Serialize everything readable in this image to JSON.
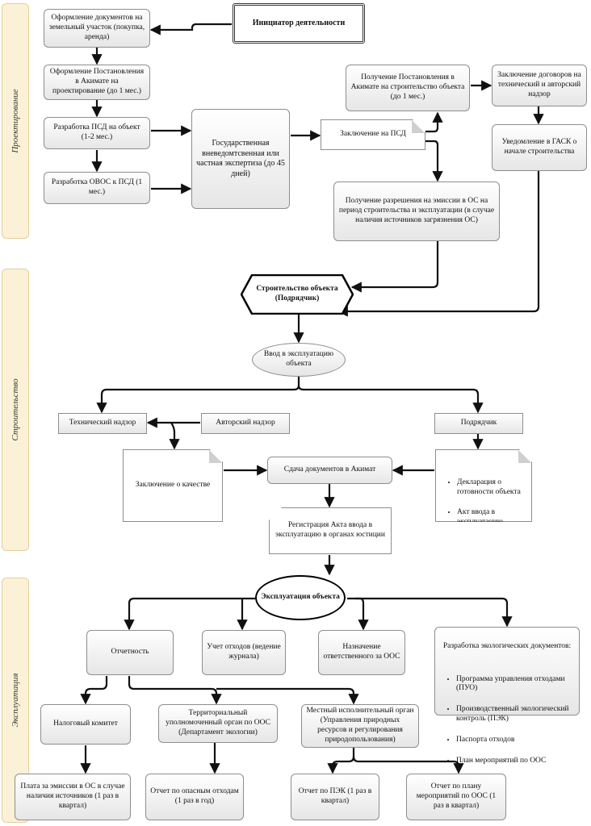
{
  "phases": {
    "design": "Проектирование",
    "construction": "Строительство",
    "operation": "Эксплуатация"
  },
  "nodes": {
    "initiator": "Инициатор деятельности",
    "land": "Оформление документов на земельный участок (покупка, аренда)",
    "akimat_design": "Оформление Постановления в Акимате на проектирование (до 1 мес.)",
    "psd": "Разработка ПСД на объект (1-2 мес.)",
    "ovos": "Разработка ОВОС к ПСД (1 мес.)",
    "expertise": "Государственная вневедомтсвенная или частная экспертиза (до 45 дней)",
    "psd_conclusion": "Заключение на ПСД",
    "akimat_construction": "Получение Постановления в Акимате на строительство объекта (до 1 мес.)",
    "contracts": "Заключение договоров на технический и авторский надзор",
    "gask": "Уведомление в ГАСК о начале строительства",
    "emission_permit": "Получение разрешения на эмиссии в ОС на период строительства и эксплуатации (в случае наличия источников загрязнения ОС)",
    "construction": "Строительство объекта (Подрядчик)",
    "commissioning": "Ввод в эксплуатацию объекта",
    "tech_supervision": "Технический надзор",
    "author_supervision": "Авторский надзор",
    "contractor": "Подрядчик",
    "quality_conclusion": "Заключение о качестве",
    "akimat_docs": "Сдача документов в Акимат",
    "contractor_docs": [
      "Декларация о готовности объекта",
      "Акт ввода в эксплуатацию"
    ],
    "registration": "Регистрация Акта ввода в эксплуатацию в органах юстиции",
    "operation": "Эксплуатация объекта",
    "reporting": "Отчетность",
    "waste_log": "Учет отходов (ведение журнала)",
    "responsible": "Назначение ответственного за ООС",
    "eco_docs_title": "Разработка экологических документов:",
    "eco_docs": [
      "Программа управления отходами (ПУО)",
      "Производственный экологический контроль (ПЭК)",
      "Паспорта отходов",
      "План мероприятий по ООС"
    ],
    "tax": "Налоговый комитет",
    "territorial": "Территориальный уполномоченный орган по ООС (Департамент экологии)",
    "local": "Местный исполнительный орган (Управления природных ресурсов и регулирования природопользования)",
    "emission_fee": "Плата за эмиссии в ОС в случае наличия источников (1 раз в квартал)",
    "hazardous_report": "Отчет по опасным отходам (1 раз в год)",
    "pek_report": "Отчет по ПЭК (1 раз в квартал)",
    "plan_report": "Отчет по плану мероприятий по ООС (1 раз в квартал)"
  },
  "colors": {
    "phase_fill": "#fbf1d6",
    "phase_border": "#e3cf9c",
    "node_border": "#8e8e8e",
    "connector": "#111111"
  }
}
